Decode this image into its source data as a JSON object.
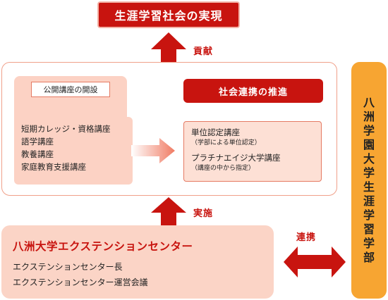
{
  "goal": {
    "label": "生涯学習社会の実現"
  },
  "labels": {
    "contribution": "貢献",
    "implementation": "実施",
    "collaboration": "連携"
  },
  "public_lectures": {
    "tag": "公開講座の開設",
    "items": [
      "短期カレッジ・資格講座",
      "語学講座",
      "教養講座",
      "家庭教育支援講座"
    ]
  },
  "promotion": {
    "header": "社会連携の推進",
    "items": [
      {
        "main": "単位認定講座",
        "sub": "（学部による単位認定）"
      },
      {
        "main": "プラチナエイジ大学講座",
        "sub": "（講座の中から指定）"
      }
    ]
  },
  "extension_center": {
    "title": "八洲大学エクステンションセンター",
    "lines": [
      "エクステンションセンター長",
      "エクステンションセンター運営会議"
    ]
  },
  "lifelong_faculty": {
    "chars": [
      "八",
      "洲",
      "学",
      "園",
      "大",
      "学",
      "生",
      "涯",
      "学",
      "習",
      "学",
      "部"
    ]
  },
  "colors": {
    "accent_red": "#c8140f",
    "light_pink": "#fcd2c4",
    "orange": "#f7a532"
  }
}
